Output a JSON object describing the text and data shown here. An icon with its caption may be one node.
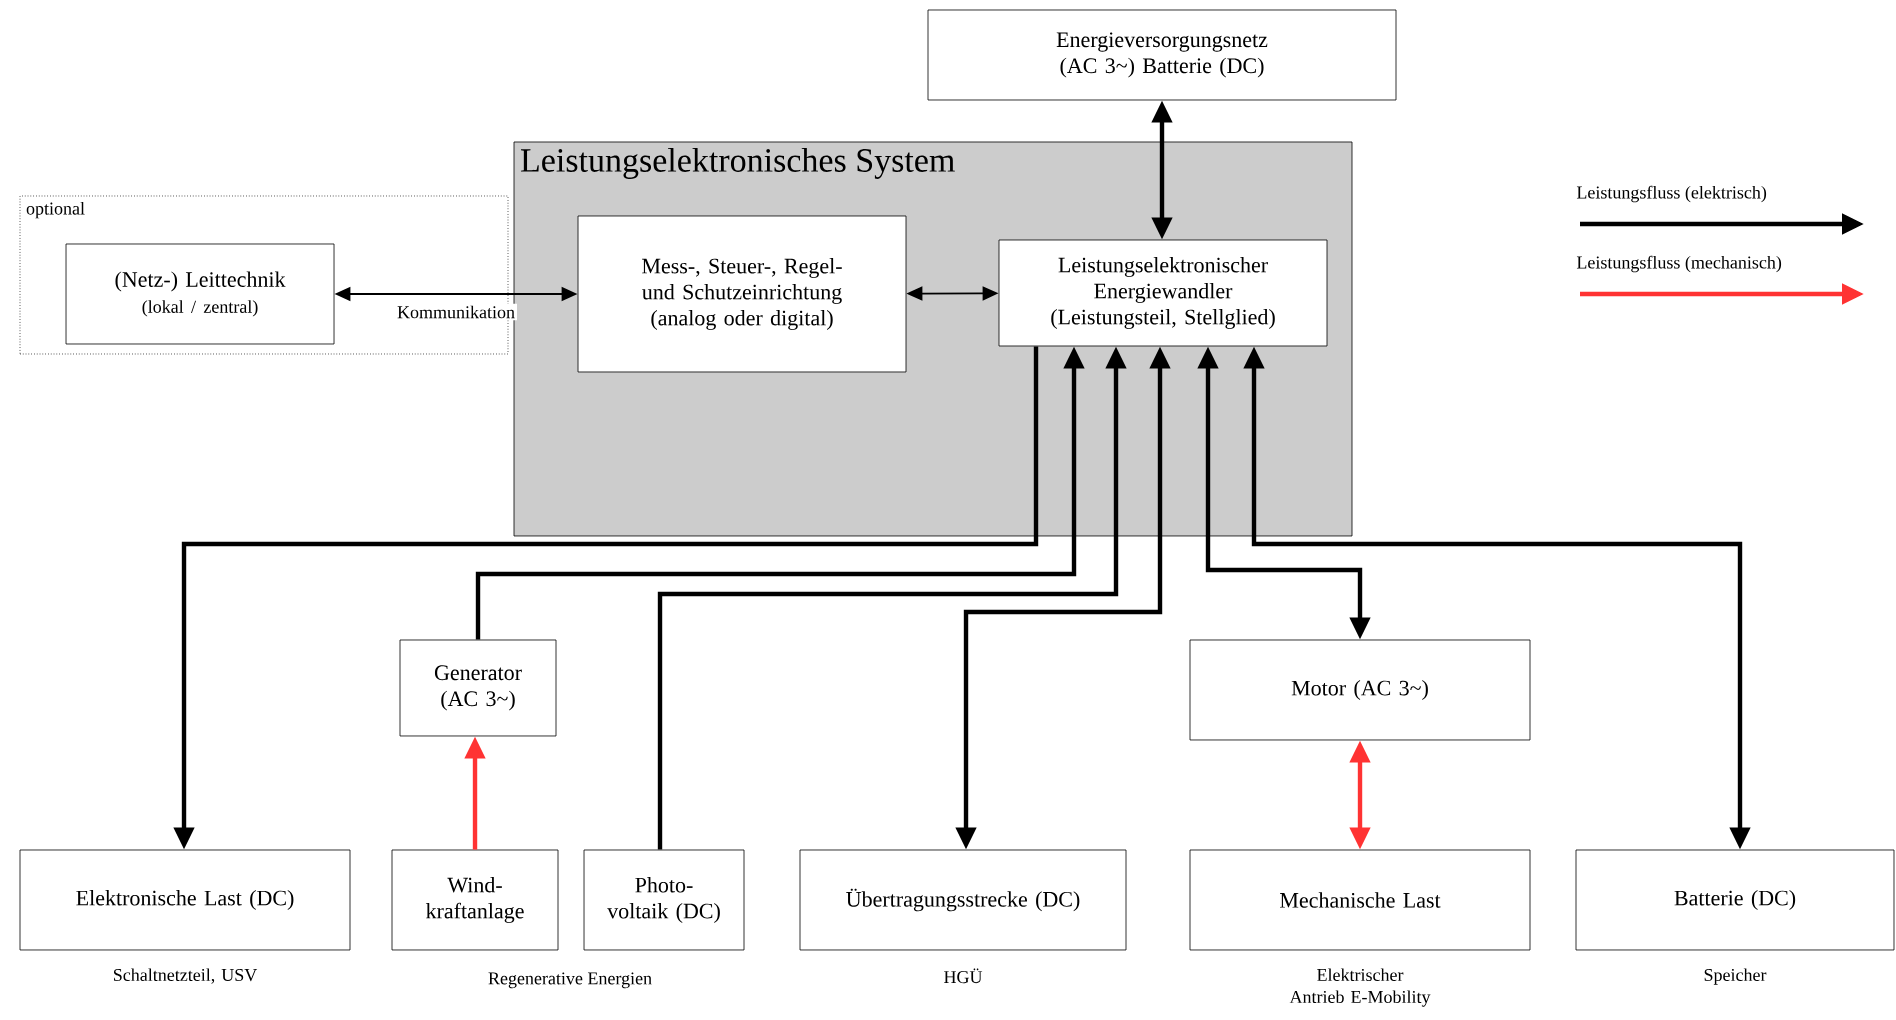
{
  "diagram": {
    "nodes": [
      {
        "text": [
          "Energieversorgungsnetz (AC 3~) Batterie (DC)"
        ]
      },
      {
        "text": [
          "optional"
        ]
      },
      {
        "text": [
          "(Netz-) Leittechnik",
          "(lokal / zentral)"
        ],
        "in": 1
      },
      {
        "text": [
          "Leistungselektronisches System"
        ]
      },
      {
        "text": [
          "Mess-, Steuer-, Regel- und Schutzeinrichtung (analog oder digital)"
        ],
        "in": 3
      },
      {
        "text": [
          "Leistungselektronischer Energiewandler (Leistungsteil, Stellglied)"
        ],
        "in": 3
      },
      {
        "text": [
          "Generator (AC 3~)"
        ]
      },
      {
        "text": [
          "Motor (AC 3~)"
        ]
      },
      {
        "text": [
          "Elektronische Last (DC)"
        ],
        "beside": [
          "Schaltnetzteil, USV"
        ]
      },
      {
        "text": [
          "Wind- kraftanlage"
        ]
      },
      {
        "text": [
          "Photo- voltaik (DC)"
        ]
      },
      {
        "text": [
          "Übertragungsstrecke (DC)"
        ],
        "beside": [
          "HGÜ"
        ]
      },
      {
        "text": [
          "Mechanische Last"
        ],
        "beside": [
          "Elektrischer Antrieb E-Mobility"
        ]
      },
      {
        "text": [
          "Batterie (DC)"
        ],
        "beside": [
          "Speicher"
        ]
      }
    ],
    "edges": [
      {
        "from": 0,
        "to": 5,
        "arrow": "both"
      },
      {
        "from": 2,
        "to": 4,
        "arrow": "both",
        "label": "Kommunikation"
      },
      {
        "from": 4,
        "to": 5,
        "arrow": "both"
      },
      {
        "from": 5,
        "to": 8,
        "arrow": "to"
      },
      {
        "from": 6,
        "to": 5,
        "arrow": "to"
      },
      {
        "from": 10,
        "to": 5,
        "arrow": "to"
      },
      {
        "from": 5,
        "to": 11,
        "arrow": "both"
      },
      {
        "from": 5,
        "to": 7,
        "arrow": "both"
      },
      {
        "from": 5,
        "to": 13,
        "arrow": "both"
      },
      {
        "from": 9,
        "to": 6,
        "arrow": "to",
        "color": "#ff3333"
      },
      {
        "from": 7,
        "to": 12,
        "arrow": "both",
        "color": "#ff3333"
      }
    ],
    "labels": [
      "Regenerative Energien"
    ],
    "legend": [
      {
        "text": "Leistungsfluss (elektrisch)"
      },
      {
        "text": "Leistungsfluss (mechanisch)"
      }
    ]
  }
}
